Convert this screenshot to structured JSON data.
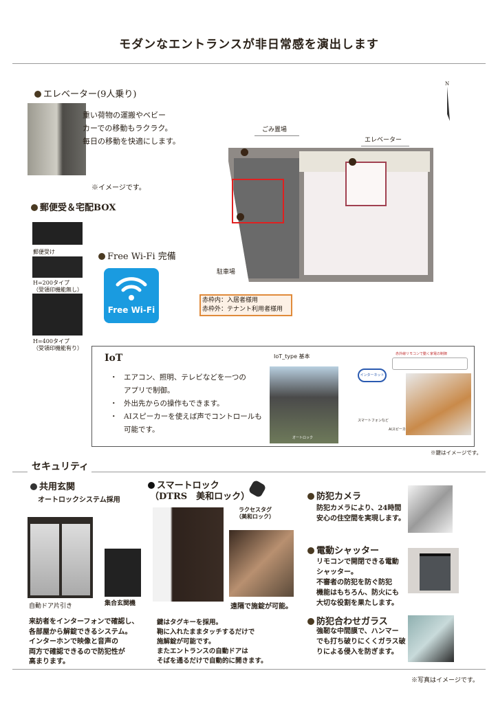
{
  "title": "モダンなエントランスが非日常感を演出します",
  "elevator": {
    "heading": "エレベーター(9人乗り)",
    "text": "重い荷物の運搬やベビー\nカーでの移動もラクラク。\n毎日の移動を快適にします。",
    "note": "※イメージです。"
  },
  "mailbox": {
    "heading": "郵便受＆宅配BOX",
    "items": [
      "郵便受け",
      "H=200タイプ\n（受領印機能無し）",
      "H=400タイプ\n（受領印機能有り）"
    ]
  },
  "wifi": {
    "heading": "Free Wi-Fi 完備",
    "logo_text": "Free Wi-Fi",
    "color": "#1a9be0"
  },
  "floorplan": {
    "labels": {
      "trash": "ごみ置場",
      "elevator": "エレベーター",
      "parking": "駐車場"
    },
    "legend": [
      "赤枠内：入居者様用",
      "赤枠外：テナント利用者様用"
    ],
    "north": "N"
  },
  "iot": {
    "heading": "IoT",
    "bullets": [
      "エアコン、照明、テレビなどを一つの\nアプリで制御。",
      "外出先からの操作もできます。",
      "AIスピーカーを使えば声でコントロールも\n可能です。"
    ],
    "diagram_title": "IoT_type 基本",
    "diagram_labels": [
      "インターネット",
      "スマートフォンなど",
      "AIスピーカー",
      "オートロック",
      "赤外線リモコンで動く家電の制御"
    ],
    "note": "※鍵はイメージです。"
  },
  "security": {
    "heading": "セキュリティ",
    "entrance": {
      "heading": "共用玄関",
      "sub": "オートロックシステム採用",
      "door_caption": "自動ドア片引き",
      "intercom_caption": "集合玄関機",
      "text": "来訪者をインターフォンで確認し、\n各部屋から解錠できるシステム。\nインターホンで映像と音声の\n両方で確認できるので防犯性が\n高まります。"
    },
    "smartlock": {
      "heading": "スマートロック",
      "sub": "（DTRS　美和ロック）",
      "tag_caption": "ラクセスタグ\n（美和ロック）",
      "phone_caption": "遠隔で施錠が可能。",
      "text": "鍵はタグキーを採用。\n鞄に入れたままタッチするだけで\n施解錠が可能です。\nまたエントランスの自動ドアは\nそばを通るだけで自動的に開きます。"
    },
    "camera": {
      "heading": "防犯カメラ",
      "text": "防犯カメラにより、24時間\n安心の住空間を実現します。"
    },
    "shutter": {
      "heading": "電動シャッター",
      "text": "リモコンで開閉できる電動\nシャッター。\n不審者の防犯を防ぐ防犯\n機能はもちろん、防火にも\n大切な役割を果たします。"
    },
    "glass": {
      "heading": "防犯合わせガラス",
      "text": "強靭な中間膜で、ハンマー\nでも打ち破りにくくガラス破\nりによる侵入を防ぎます。"
    },
    "note": "※写真はイメージです。"
  }
}
